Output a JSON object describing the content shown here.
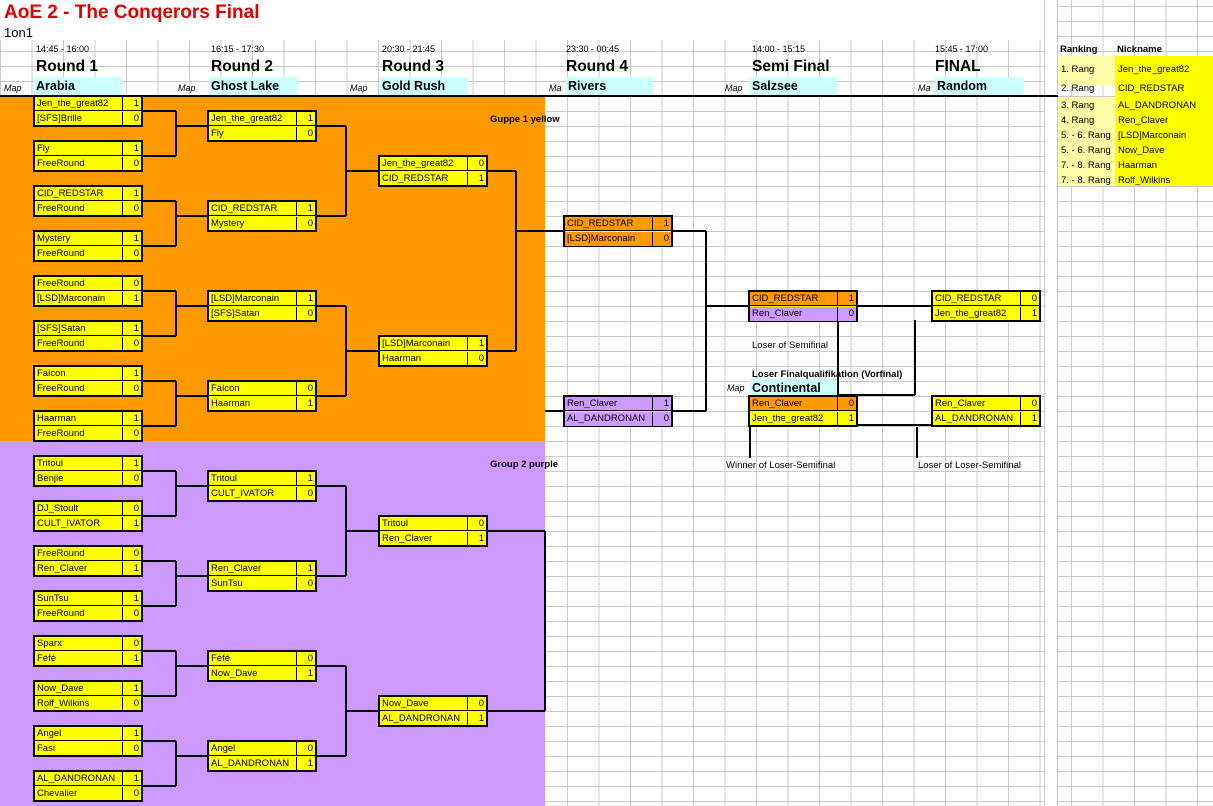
{
  "title": "AoE 2 - The Conqerors Final",
  "subtitle": "1on1",
  "map_label": "Map",
  "map_label_short": "Ma",
  "colors": {
    "group1": "#ff9900",
    "group2": "#cc99ff",
    "cell": "#ffff00",
    "mapcell": "#ccffff",
    "title": "#e00000"
  },
  "rounds": [
    {
      "time": "14:45 - 16:00",
      "name": "Round 1",
      "map": "Arabia"
    },
    {
      "time": "16:15 - 17:30",
      "name": "Round 2",
      "map": "Ghost Lake"
    },
    {
      "time": "20:30 - 21:45",
      "name": "Round 3",
      "map": "Gold Rush"
    },
    {
      "time": "23:30 - 00:45",
      "name": "Round 4",
      "map": "Rivers"
    },
    {
      "time": "14:00 - 15:15",
      "name": "Semi Final",
      "map": "Salzsee"
    },
    {
      "time": "15:45 - 17:00",
      "name": "FINAL",
      "map": "Random"
    }
  ],
  "group1_label": "Guppe 1 yellow",
  "group2_label": "Group 2 purple",
  "loser_final": {
    "label": "Loser Finalqualifikation (Vorfinal)",
    "map": "Continental"
  },
  "notes": {
    "loser_semi": "Loser of Semifinal",
    "winner_loser_semi": "Winner of Loser-Semifinal",
    "loser_loser_semi": "Loser of Loser-Semifinal"
  },
  "ranking": {
    "col_rank": "Ranking",
    "col_nick": "Nickname",
    "rows": [
      {
        "rank": "1. Rang",
        "nick": "Jen_the_great82"
      },
      {
        "rank": "2. Rang",
        "nick": "CID_REDSTAR"
      },
      {
        "rank": "3. Rang",
        "nick": "AL_DANDRONAN"
      },
      {
        "rank": "4. Rang",
        "nick": "Ren_Claver"
      },
      {
        "rank": "5. - 6. Rang",
        "nick": "[LSD]Marconain"
      },
      {
        "rank": "5. - 6. Rang",
        "nick": "Now_Dave"
      },
      {
        "rank": "7. - 8. Rang",
        "nick": "Haarman"
      },
      {
        "rank": "7. - 8. Rang",
        "nick": "Rolf_Wilkins"
      }
    ]
  },
  "matches": {
    "r1": [
      [
        [
          "Jen_the_great82",
          "1"
        ],
        [
          "[SFS]Brille",
          "0"
        ]
      ],
      [
        [
          "Fly",
          "1"
        ],
        [
          "FreeRound",
          "0"
        ]
      ],
      [
        [
          "CID_REDSTAR",
          "1"
        ],
        [
          "FreeRound",
          "0"
        ]
      ],
      [
        [
          "Mystery",
          "1"
        ],
        [
          "FreeRound",
          "0"
        ]
      ],
      [
        [
          "FreeRound",
          "0"
        ],
        [
          "[LSD]Marconain",
          "1"
        ]
      ],
      [
        [
          "[SFS]Satan",
          "1"
        ],
        [
          "FreeRound",
          "0"
        ]
      ],
      [
        [
          "Falcon",
          "1"
        ],
        [
          "FreeRound",
          "0"
        ]
      ],
      [
        [
          "Haarman",
          "1"
        ],
        [
          "FreeRound",
          "0"
        ]
      ],
      [
        [
          "Tritoul",
          "1"
        ],
        [
          "Benjie",
          "0"
        ]
      ],
      [
        [
          "DJ_Stoult",
          "0"
        ],
        [
          "CULT_IVATOR",
          "1"
        ]
      ],
      [
        [
          "FreeRound",
          "0"
        ],
        [
          "Ren_Claver",
          "1"
        ]
      ],
      [
        [
          "SunTsu",
          "1"
        ],
        [
          "FreeRound",
          "0"
        ]
      ],
      [
        [
          "Sparx",
          "0"
        ],
        [
          "Féfé",
          "1"
        ]
      ],
      [
        [
          "Now_Dave",
          "1"
        ],
        [
          "Rolf_Wilkins",
          "0"
        ]
      ],
      [
        [
          "Angel",
          "1"
        ],
        [
          "Fasi",
          "0"
        ]
      ],
      [
        [
          "AL_DANDRONAN",
          "1"
        ],
        [
          "Chevalier",
          "0"
        ]
      ]
    ],
    "r2": [
      [
        [
          "Jen_the_great82",
          "1"
        ],
        [
          "Fly",
          "0"
        ]
      ],
      [
        [
          "CID_REDSTAR",
          "1"
        ],
        [
          "Mystery",
          "0"
        ]
      ],
      [
        [
          "[LSD]Marconain",
          "1"
        ],
        [
          "[SFS]Satan",
          "0"
        ]
      ],
      [
        [
          "Falcon",
          "0"
        ],
        [
          "Haarman",
          "1"
        ]
      ],
      [
        [
          "Tritoul",
          "1"
        ],
        [
          "CULT_IVATOR",
          "0"
        ]
      ],
      [
        [
          "Ren_Claver",
          "1"
        ],
        [
          "SunTsu",
          "0"
        ]
      ],
      [
        [
          "Féfé",
          "0"
        ],
        [
          "Now_Dave",
          "1"
        ]
      ],
      [
        [
          "Angel",
          "0"
        ],
        [
          "AL_DANDRONAN",
          "1"
        ]
      ]
    ],
    "r3": [
      [
        [
          "Jen_the_great82",
          "0"
        ],
        [
          "CID_REDSTAR",
          "1"
        ]
      ],
      [
        [
          "[LSD]Marconain",
          "1"
        ],
        [
          "Haarman",
          "0"
        ]
      ],
      [
        [
          "Tritoul",
          "0"
        ],
        [
          "Ren_Claver",
          "1"
        ]
      ],
      [
        [
          "Now_Dave",
          "0"
        ],
        [
          "AL_DANDRONAN",
          "1"
        ]
      ]
    ],
    "r4": [
      [
        [
          "CID_REDSTAR",
          "1"
        ],
        [
          "[LSD]Marconain",
          "0"
        ]
      ],
      [
        [
          "Ren_Claver",
          "1"
        ],
        [
          "AL_DANDRONAN",
          "0"
        ]
      ]
    ],
    "semi": [
      [
        "CID_REDSTAR",
        "1"
      ],
      [
        "Ren_Claver",
        "0"
      ]
    ],
    "loser_final": [
      [
        "Ren_Claver",
        "0"
      ],
      [
        "Jen_the_great82",
        "1"
      ]
    ],
    "final": [
      [
        "CID_REDSTAR",
        "0"
      ],
      [
        "Jen_the_great82",
        "1"
      ]
    ],
    "third": [
      [
        "Ren_Claver",
        "0"
      ],
      [
        "AL_DANDRONAN",
        "1"
      ]
    ]
  }
}
